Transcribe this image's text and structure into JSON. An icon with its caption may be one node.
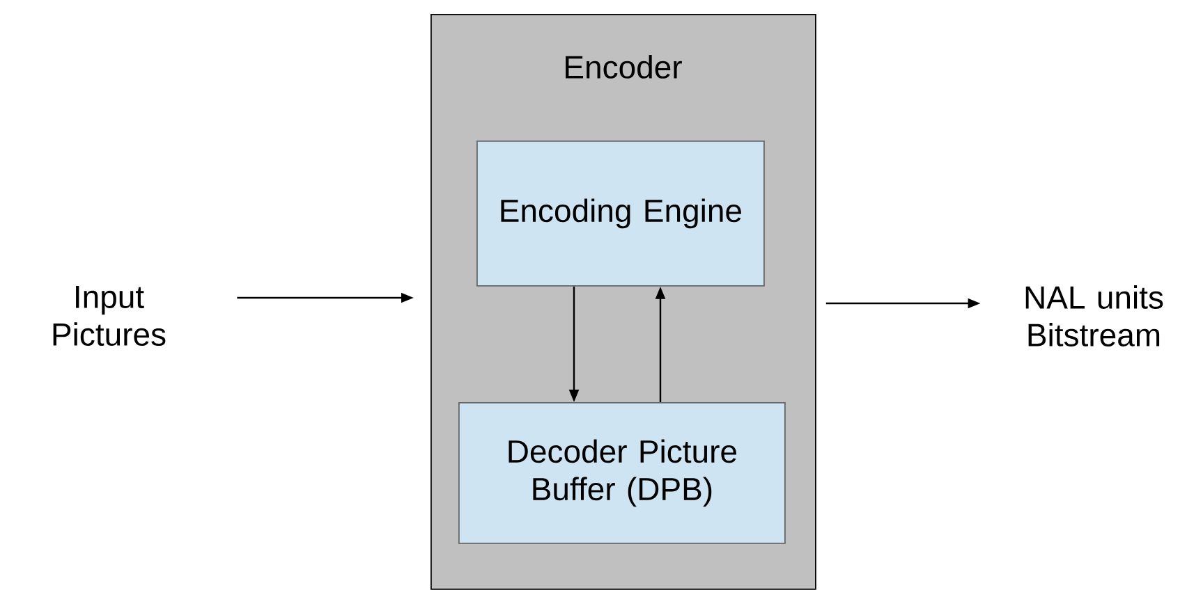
{
  "diagram": {
    "nodes": [
      {
        "text": [
          "Input Pictures"
        ]
      },
      {
        "text": [
          "Encoder"
        ]
      },
      {
        "text": [
          "Encoding Engine"
        ],
        "in": 1
      },
      {
        "text": [
          "Decoder Picture Buffer (DPB)"
        ],
        "in": 1
      },
      {
        "text": [
          "NAL units Bitstream"
        ]
      }
    ],
    "edges": [
      {
        "from": 0,
        "to": 1,
        "arrow": "to"
      },
      {
        "from": 2,
        "to": 3,
        "arrow": "to"
      },
      {
        "from": 3,
        "to": 2,
        "arrow": "to"
      },
      {
        "from": 1,
        "to": 4,
        "arrow": "to"
      }
    ]
  }
}
